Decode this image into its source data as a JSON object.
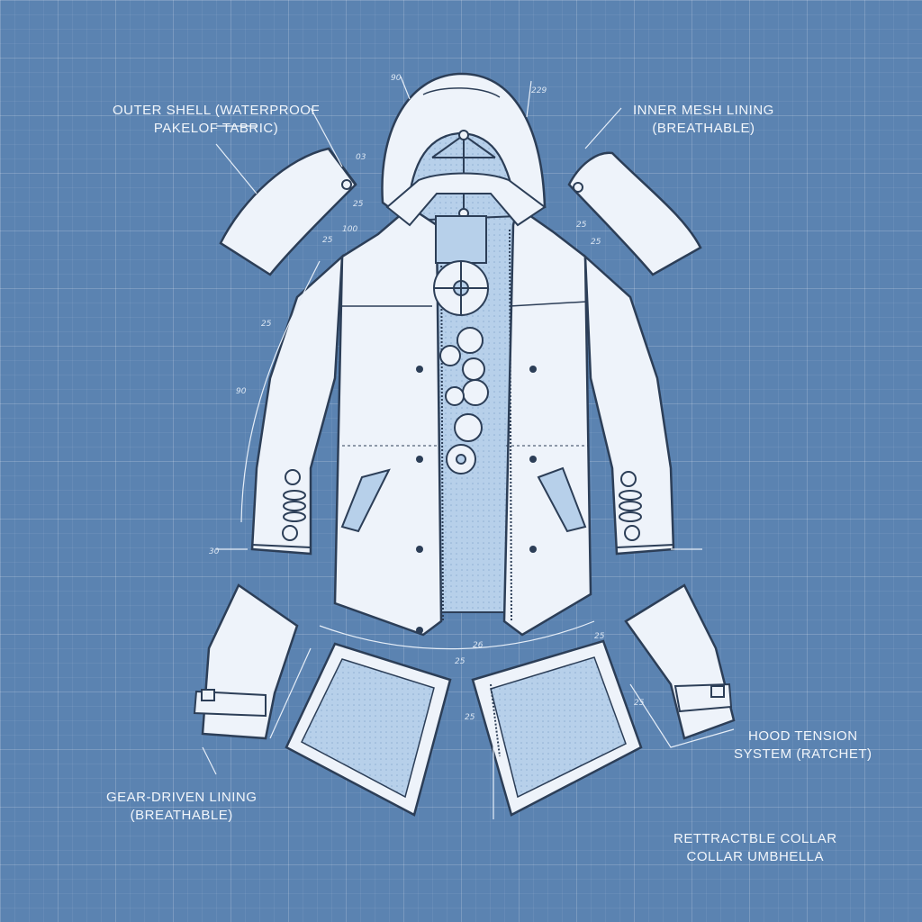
{
  "labels": {
    "outer_shell": [
      "OUTER SHELL (WATERPROOF",
      "PAKELOF TABRIC)"
    ],
    "inner_mesh": [
      "INNER MESH LINING",
      "(BREATHABLE)"
    ],
    "hood_tension": [
      "HOOD TENSION",
      "SYSTEM (RATCHET)"
    ],
    "gear_lining": [
      "GEAR-DRIVEN LINING",
      "(BREATHABLE)"
    ],
    "collar": [
      "RETTRACTBLE COLLAR",
      "COLLAR UMBHELLA"
    ]
  },
  "dimensions": [
    "229",
    "90",
    "03",
    "25",
    "25",
    "100",
    "25",
    "25",
    "90",
    "26",
    "25",
    "25",
    "30",
    "25",
    "25",
    "25"
  ],
  "colors": {
    "background": "#5b83b1",
    "garment": "#eef3fa",
    "lining": "#b7d0ea",
    "line": "#2c3e57",
    "label": "#f2f6fb"
  }
}
